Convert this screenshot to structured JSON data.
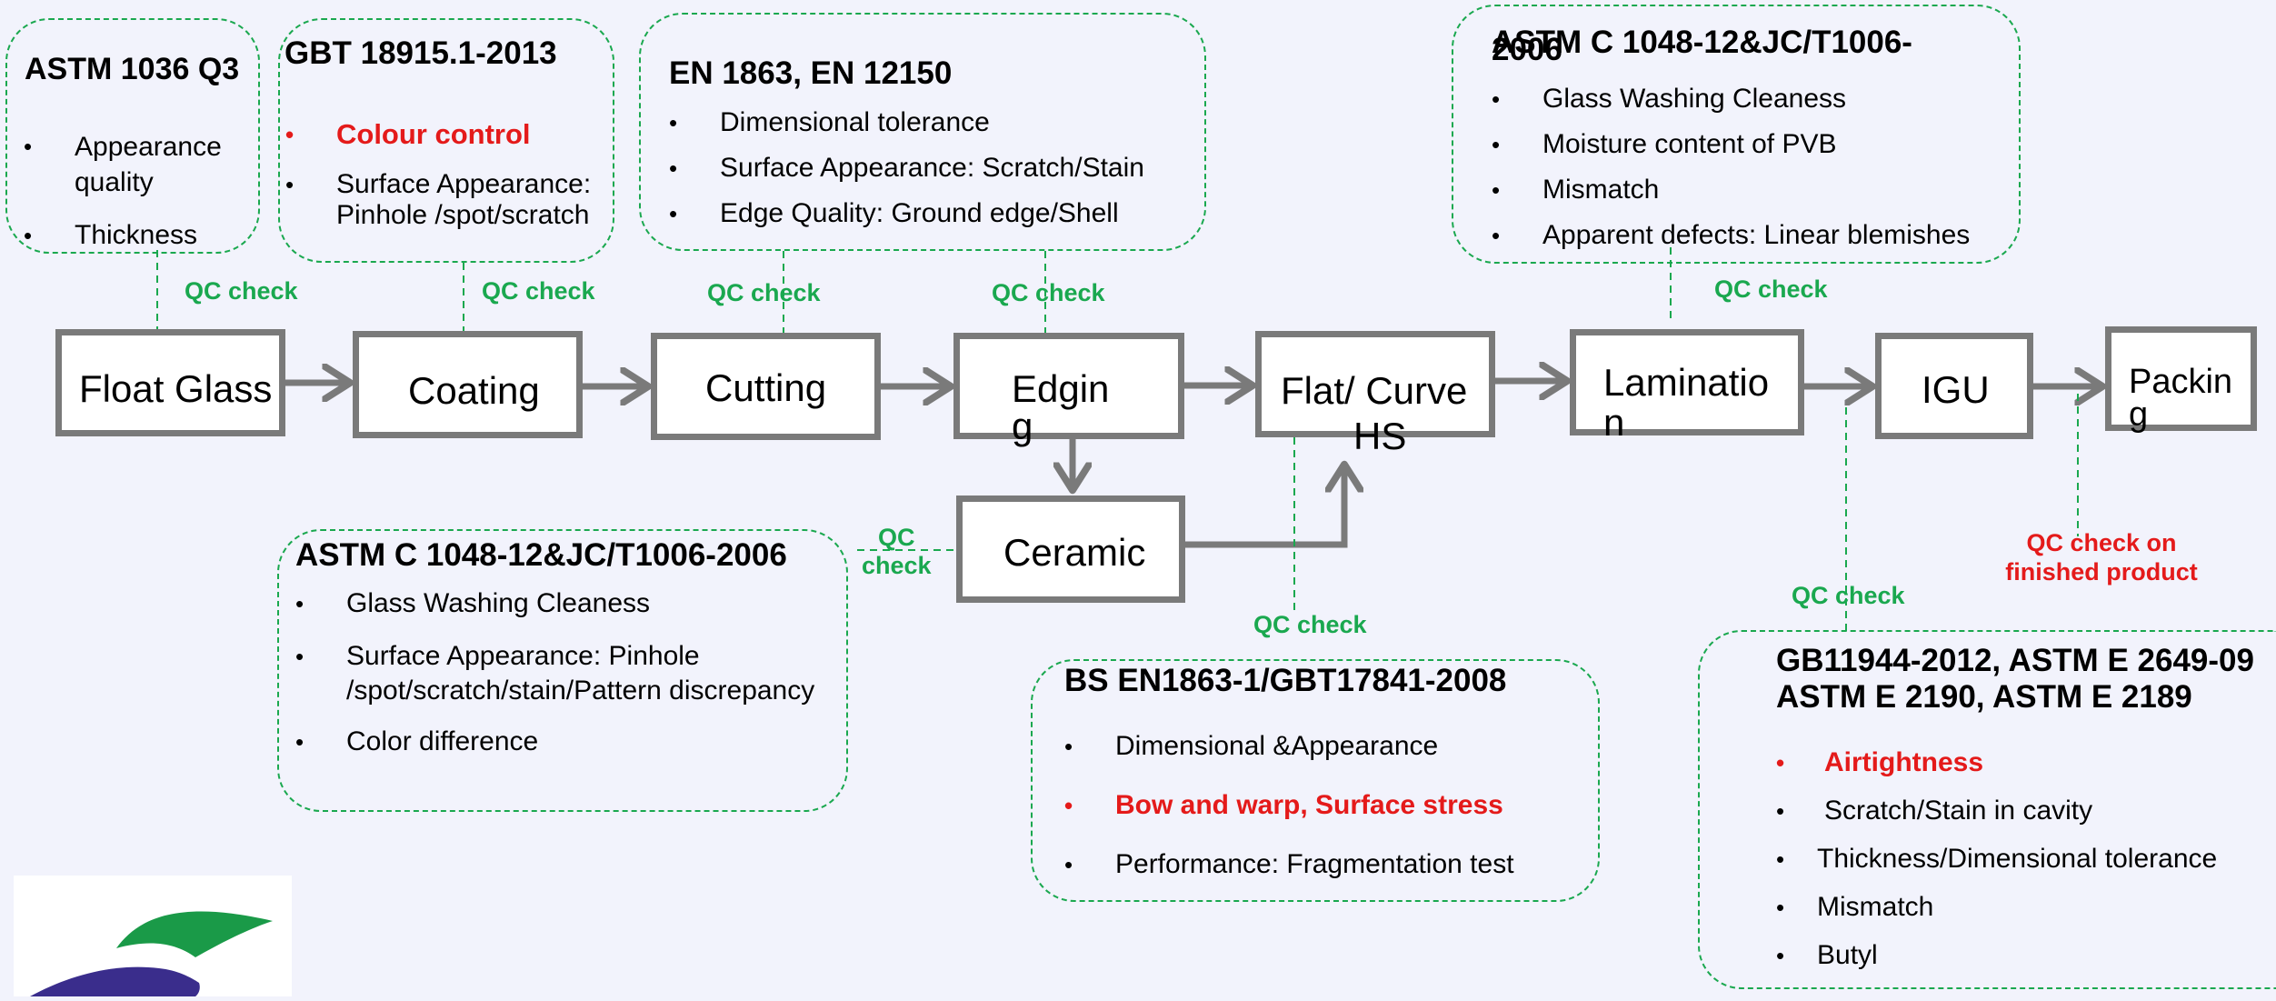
{
  "colors": {
    "background": "#f2f3fc",
    "qc_green": "#1aa84f",
    "highlight_red": "#e41a1a",
    "process_border": "#7a7a7a"
  },
  "process": {
    "float_glass": "Float Glass",
    "coating": "Coating",
    "cutting": "Cutting",
    "edging_1": "Edgin",
    "edging_2": "g",
    "flat_curve_1": "Flat/ Curve",
    "flat_curve_2": "HS",
    "lamination_1": "Laminatio",
    "lamination_2": "n",
    "igu": "IGU",
    "packing_1": "Packin",
    "packing_2": "g",
    "ceramic": "Ceramic"
  },
  "qc": {
    "float_glass": "QC check",
    "coating": "QC check",
    "cutting": "QC check",
    "edging": "QC check",
    "lamination": "QC check",
    "ceramic_1": "QC",
    "ceramic_2": "check",
    "flat_curve": "QC check",
    "igu": "QC check",
    "packing_1": "QC check on",
    "packing_2": "finished product"
  },
  "standards": {
    "float_glass": {
      "title": "ASTM 1036 Q3",
      "items": [
        "Appearance quality",
        "Thickness"
      ]
    },
    "coating": {
      "title": "GBT 18915.1-2013",
      "items": [
        "Colour control",
        "Surface Appearance: Pinhole /spot/scratch"
      ]
    },
    "cutting": {
      "title": "EN 1863, EN 12150",
      "items": [
        "Dimensional tolerance",
        "Surface Appearance: Scratch/Stain",
        "Edge Quality: Ground edge/Shell"
      ]
    },
    "lamination": {
      "title_1": "ASTM C 1048-12&JC/T1006-",
      "title_2": "2006",
      "items": [
        "Glass Washing Cleaness",
        "Moisture content of PVB",
        "Mismatch",
        "Apparent defects: Linear blemishes"
      ]
    },
    "ceramic": {
      "title": "ASTM C 1048-12&JC/T1006-2006",
      "items": [
        "Glass Washing Cleaness",
        "Surface Appearance: Pinhole /spot/scratch/stain/Pattern discrepancy",
        "Color difference"
      ]
    },
    "flat_curve": {
      "title": "BS EN1863-1/GBT17841-2008",
      "items": [
        "Dimensional &Appearance",
        "Bow and warp, Surface stress",
        "Performance: Fragmentation test"
      ]
    },
    "igu": {
      "title_1": "GB11944-2012, ASTM E 2649-09",
      "title_2": "ASTM E 2190, ASTM E 2189",
      "items": [
        "Airtightness",
        "Scratch/Stain in cavity",
        "Thickness/Dimensional  tolerance",
        "Mismatch",
        "Butyl"
      ]
    }
  }
}
